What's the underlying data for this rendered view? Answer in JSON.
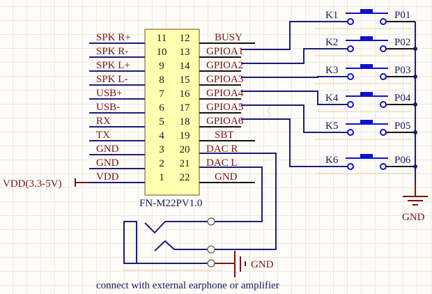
{
  "chip": {
    "name": "FN-M22PV1.0",
    "body_color": "#ffffb0",
    "left_pins": [
      {
        "num": "11",
        "label": "SPK_R+"
      },
      {
        "num": "10",
        "label": "SPK_R-"
      },
      {
        "num": "9",
        "label": "SPK_L+"
      },
      {
        "num": "8",
        "label": "SPK_L-"
      },
      {
        "num": "7",
        "label": "USB+"
      },
      {
        "num": "6",
        "label": "USB-"
      },
      {
        "num": "5",
        "label": "RX"
      },
      {
        "num": "4",
        "label": "TX"
      },
      {
        "num": "3",
        "label": "GND"
      },
      {
        "num": "2",
        "label": "GND"
      },
      {
        "num": "1",
        "label": "VDD"
      }
    ],
    "right_pins": [
      {
        "num": "12",
        "label": "BUSY"
      },
      {
        "num": "13",
        "label": "GPIOA1"
      },
      {
        "num": "14",
        "label": "GPIOA2"
      },
      {
        "num": "15",
        "label": "GPIOA3"
      },
      {
        "num": "16",
        "label": "GPIOA4"
      },
      {
        "num": "17",
        "label": "GPIOA5"
      },
      {
        "num": "18",
        "label": "GPIOA6"
      },
      {
        "num": "19",
        "label": "SBT"
      },
      {
        "num": "20",
        "label": "DAC_R"
      },
      {
        "num": "21",
        "label": "DAC_L"
      },
      {
        "num": "22",
        "label": "GND"
      }
    ]
  },
  "power": {
    "vdd_label": "VDD(3.3-5V)"
  },
  "switches": [
    {
      "key": "K1",
      "port": "P01"
    },
    {
      "key": "K2",
      "port": "P02"
    },
    {
      "key": "K3",
      "port": "P03"
    },
    {
      "key": "K4",
      "port": "P04"
    },
    {
      "key": "K5",
      "port": "P05"
    },
    {
      "key": "K6",
      "port": "P06"
    }
  ],
  "ground": {
    "switch_gnd_label": "GND",
    "jack_gnd_label": "GND"
  },
  "jack": {
    "caption": "connect with external earphone or amplifier"
  },
  "colors": {
    "wire": "#1c1c78",
    "label_red": "#7a1414",
    "label_blue": "#1a1a5e",
    "switch": "#1010d0",
    "grid": "#ebe8e0",
    "background": "#fdfcf8"
  }
}
